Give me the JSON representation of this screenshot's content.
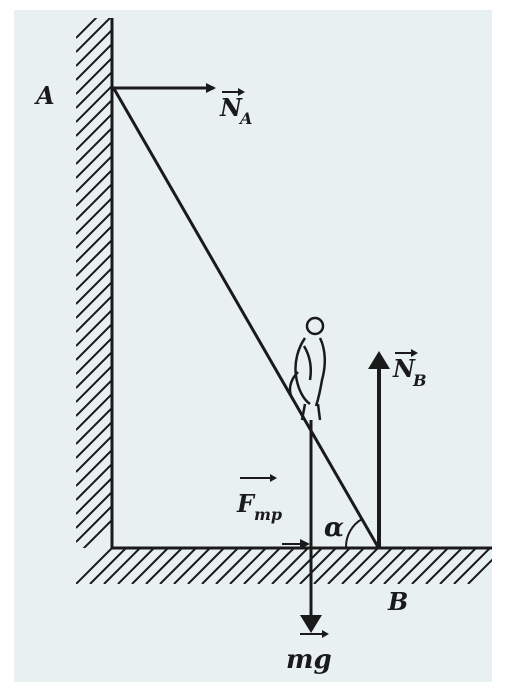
{
  "points": {
    "a": "A",
    "b": "B"
  },
  "forces": {
    "normal_a": {
      "symbol": "N",
      "subscript": "A"
    },
    "normal_b": {
      "symbol": "N",
      "subscript": "B"
    },
    "friction": {
      "symbol": "F",
      "subscript": "тр"
    },
    "gravity": {
      "symbol": "mg"
    }
  },
  "angle": "α",
  "colors": {
    "ink": "#1a1a1a",
    "panel": "#e8f0f1",
    "background": "#ffffff"
  }
}
